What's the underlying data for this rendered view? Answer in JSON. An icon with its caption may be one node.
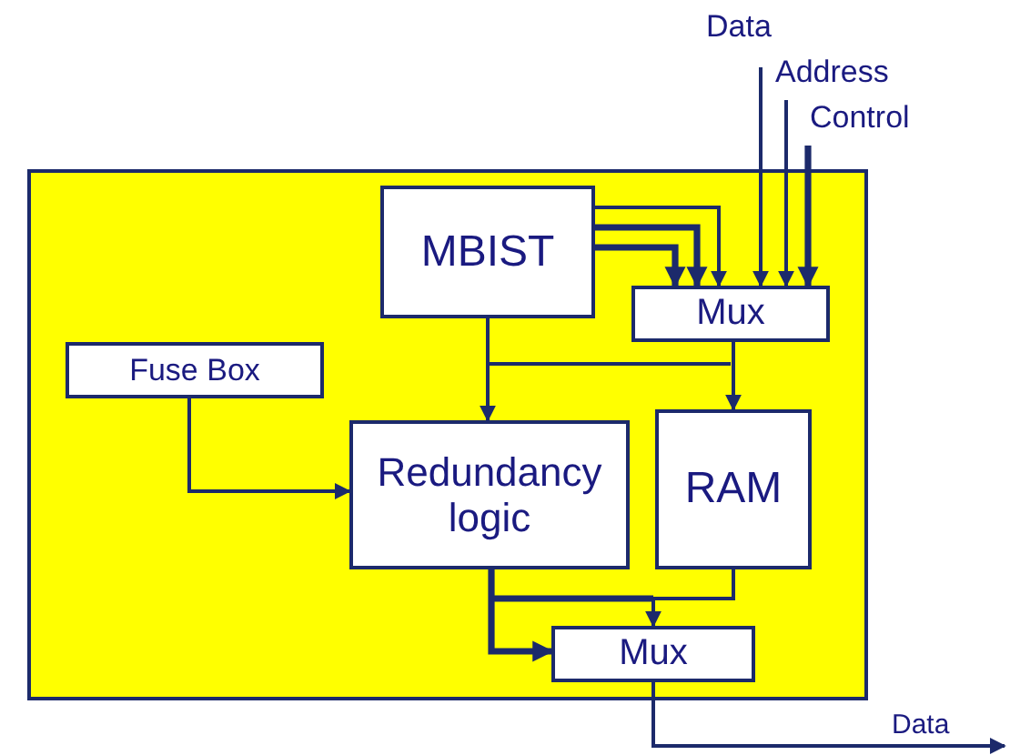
{
  "diagram": {
    "nodes": [
      {
        "text": [],
        "shape": "box"
      },
      {
        "text": [
          "MBIST"
        ],
        "in": 0
      },
      {
        "text": [
          "Mux"
        ],
        "in": 0
      },
      {
        "text": [
          "Fuse Box"
        ],
        "in": 0
      },
      {
        "text": [
          "Redundancy logic"
        ],
        "in": 0
      },
      {
        "text": [
          "RAM"
        ],
        "in": 0
      },
      {
        "text": [
          "Mux"
        ],
        "in": 0
      },
      {
        "text": [
          "Data"
        ]
      },
      {
        "text": [
          "Address"
        ]
      },
      {
        "text": [
          "Control"
        ]
      }
    ],
    "edges": [
      {
        "from": 1,
        "to": 2,
        "arrow": "to"
      },
      {
        "from": 1,
        "to": 2,
        "arrow": "to",
        "style": "thick"
      },
      {
        "from": 1,
        "to": 2,
        "arrow": "to",
        "style": "thick"
      },
      {
        "from": 7,
        "to": 2,
        "arrow": "to"
      },
      {
        "from": 8,
        "to": 2,
        "arrow": "to"
      },
      {
        "from": 9,
        "to": 2,
        "arrow": "to",
        "style": "thick"
      },
      {
        "from": 1,
        "to": 4,
        "arrow": "to"
      },
      {
        "from": 2,
        "to": 5,
        "arrow": "to"
      },
      {
        "from": 3,
        "to": 4,
        "arrow": "to"
      },
      {
        "from": 4,
        "to": 6,
        "arrow": "to",
        "style": "thick"
      },
      {
        "from": 5,
        "to": 6,
        "arrow": "to"
      },
      {
        "from": 6,
        "to": null,
        "arrow": "to",
        "label": "Data"
      }
    ]
  }
}
